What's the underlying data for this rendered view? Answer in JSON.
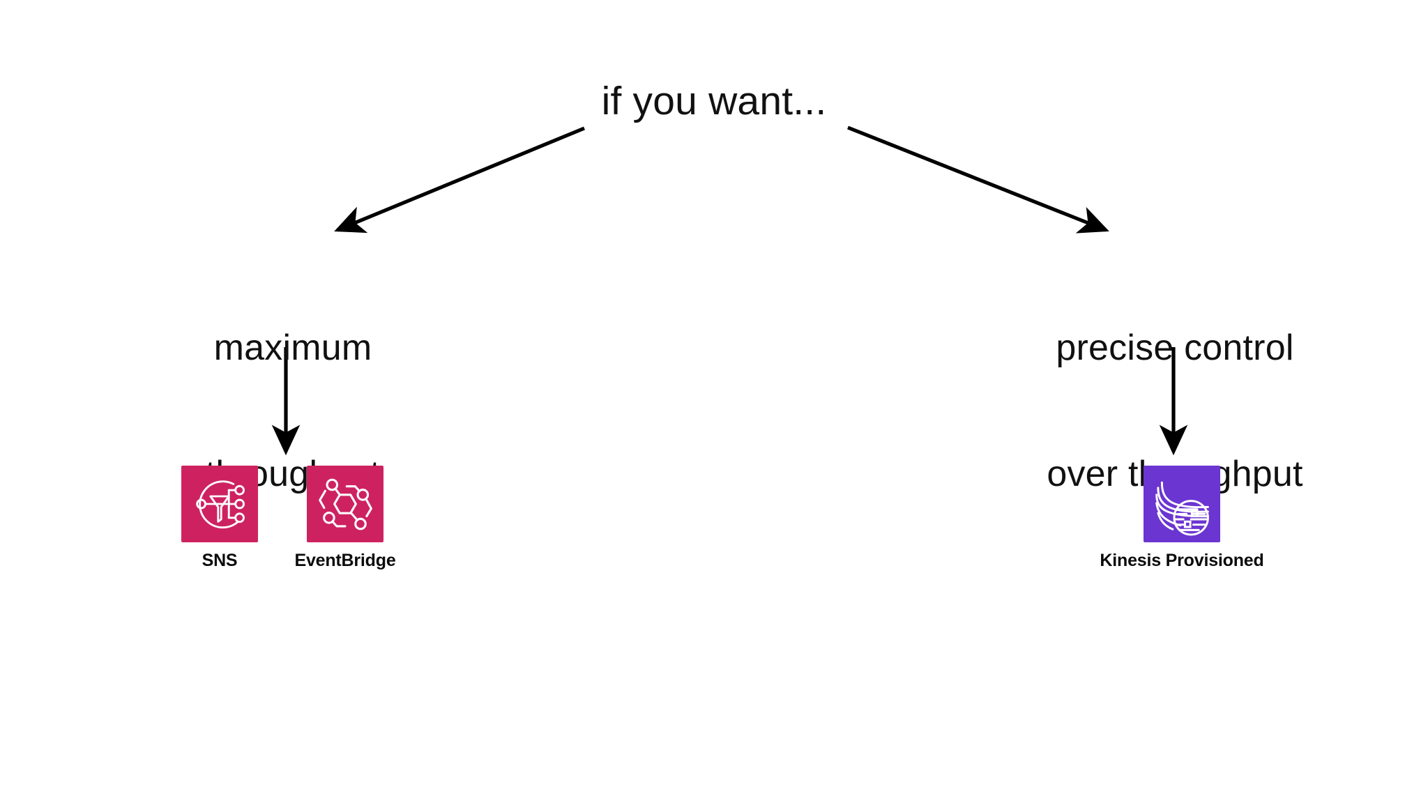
{
  "diagram": {
    "title_node": "if you want...",
    "background_color": "#ffffff",
    "text_color": "#111111",
    "arrow_color": "#000000",
    "branches": [
      {
        "id": "left",
        "line1": "maximum",
        "line2": "throughput"
      },
      {
        "id": "right",
        "line1": "precise control",
        "line2": "over throughput"
      }
    ],
    "services": [
      {
        "id": "sns",
        "label": "SNS",
        "icon": "aws-sns-icon",
        "color": "#CE2260"
      },
      {
        "id": "eventbridge",
        "label": "EventBridge",
        "icon": "aws-eventbridge-icon",
        "color": "#CE2260"
      },
      {
        "id": "kinesis",
        "label": "Kinesis Provisioned",
        "icon": "aws-kinesis-data-streams-icon",
        "color": "#6B35D1"
      }
    ]
  }
}
